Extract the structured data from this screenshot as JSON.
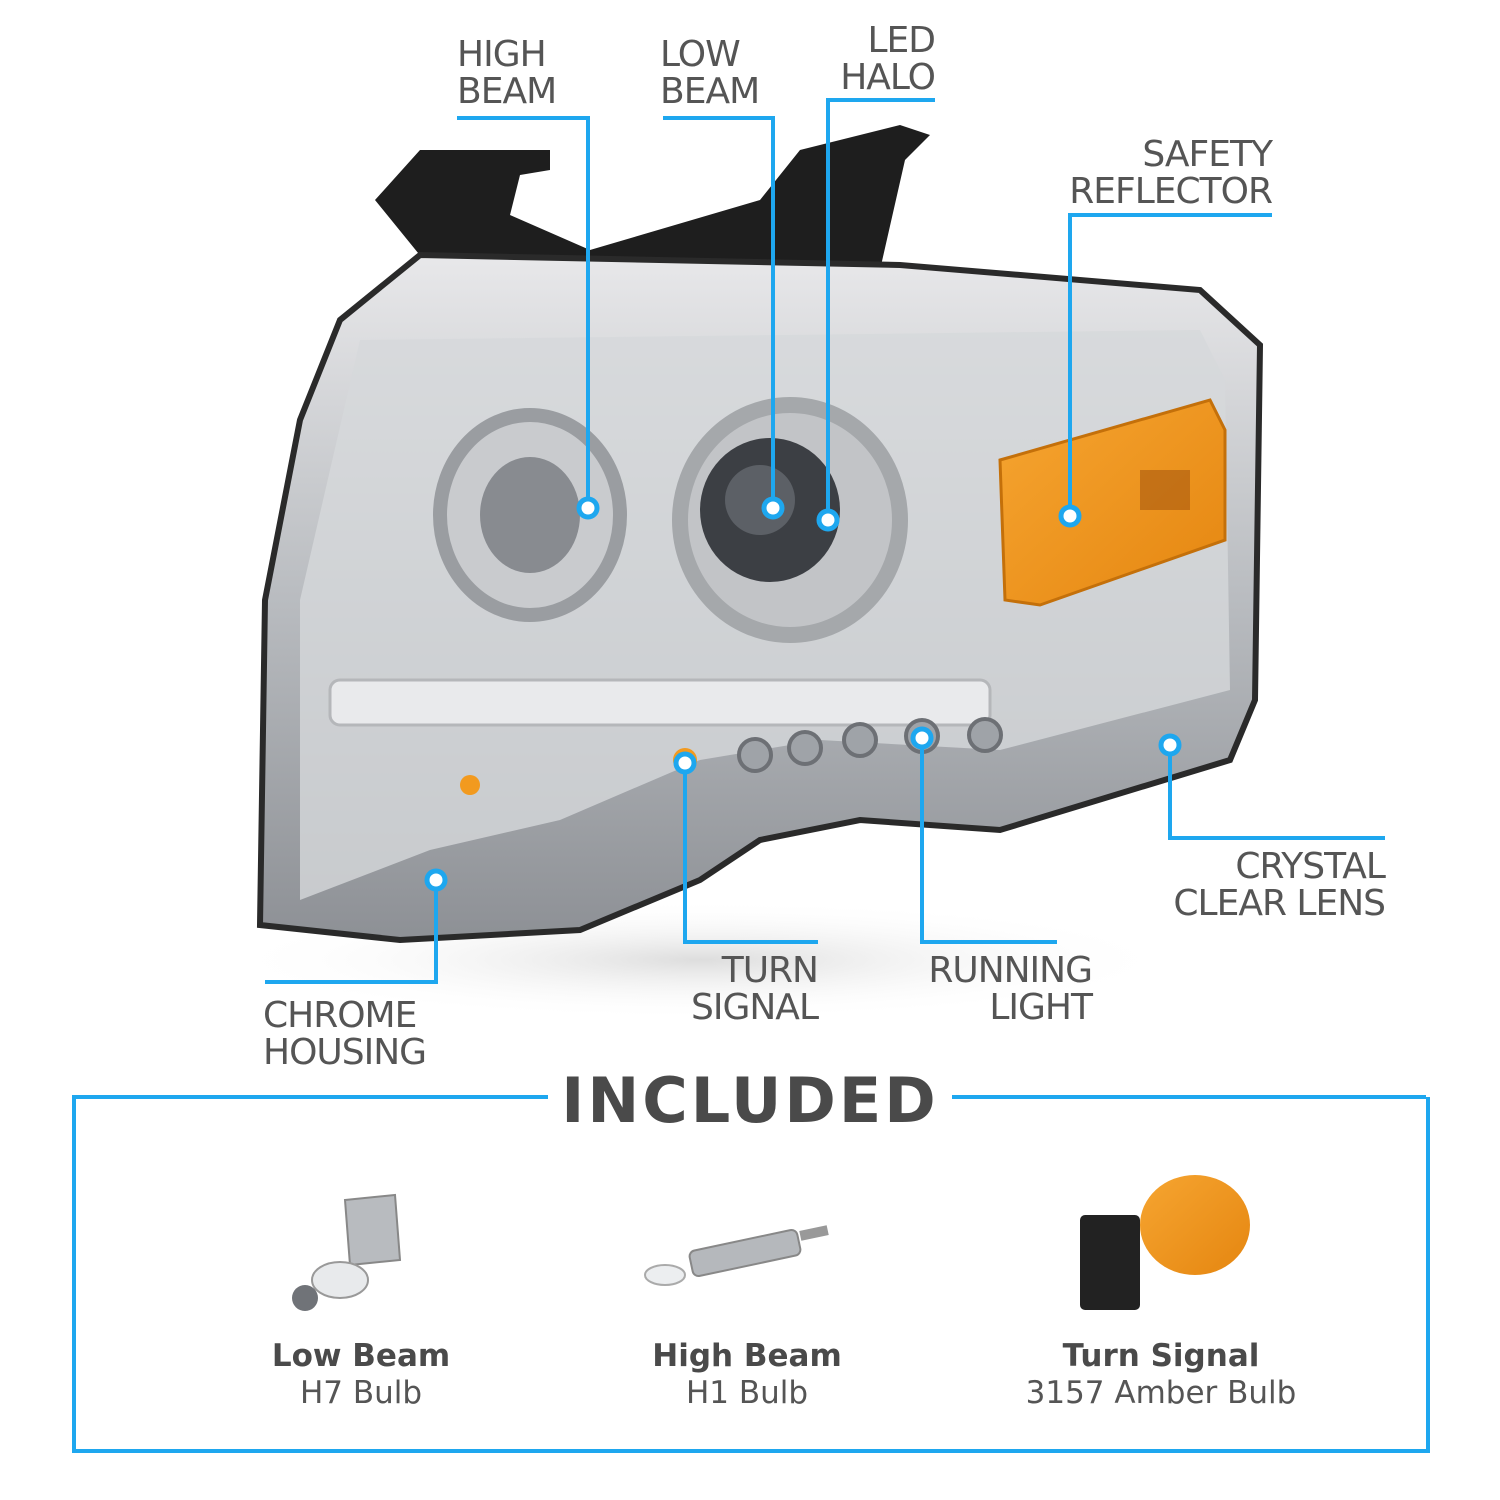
{
  "callouts": {
    "high_beam": [
      "HIGH",
      "BEAM"
    ],
    "low_beam": [
      "LOW",
      "BEAM"
    ],
    "led_halo": [
      "LED",
      "HALO"
    ],
    "safety_reflector": [
      "SAFETY",
      "REFLECTOR"
    ],
    "crystal_clear_lens": [
      "CRYSTAL",
      "CLEAR LENS"
    ],
    "running_light": [
      "RUNNING",
      "LIGHT"
    ],
    "turn_signal": [
      "TURN",
      "SIGNAL"
    ],
    "chrome_housing": [
      "CHROME",
      "HOUSING"
    ]
  },
  "included": {
    "title": "INCLUDED",
    "items": [
      {
        "name": "Low Beam",
        "detail": "H7 Bulb"
      },
      {
        "name": "High Beam",
        "detail": "H1 Bulb"
      },
      {
        "name": "Turn Signal",
        "detail": "3157 Amber Bulb"
      }
    ]
  },
  "colors": {
    "accent": "#1ea7ef",
    "text": "#555555",
    "amber": "#f29a1f"
  }
}
